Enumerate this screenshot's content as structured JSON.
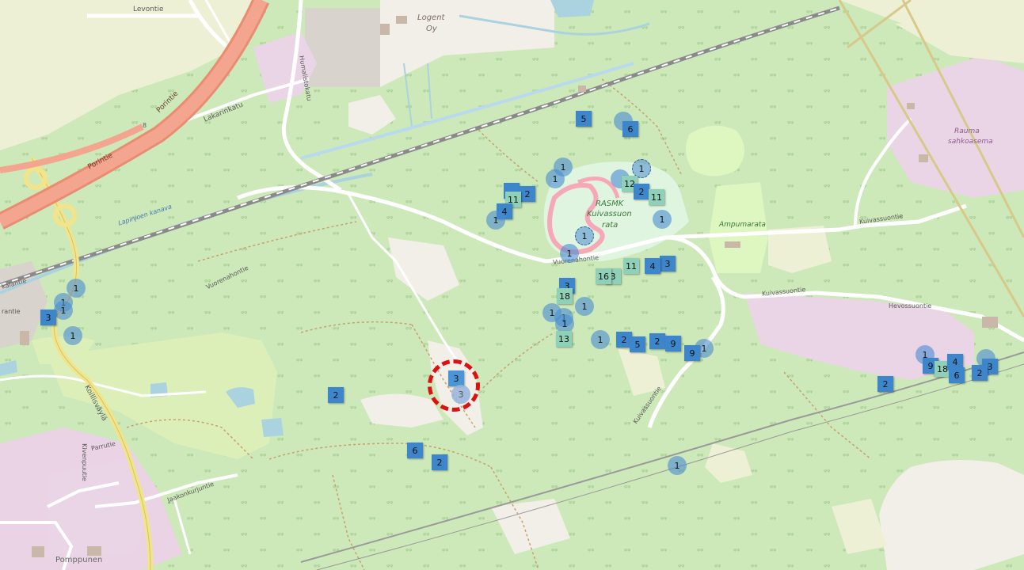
{
  "labels": {
    "levontie": "Levontie",
    "porintie_a": "Porintie",
    "porintie_b": "Porintie",
    "route_num": "8",
    "lakarinkatu": "Lakarinkatu",
    "humalistokatu": "Humalistokatu",
    "logent": "Logent",
    "oy": "Oy",
    "lapinjoen_kanava": "Lapinjoen kanava",
    "vuorenahontie_w": "Vuorenahontie",
    "vuorenahontie_e": "Vuorenahontie",
    "kuivassuontie_n": "Kuivassuontie",
    "kuivassuontie_e": "Kuivassuontie",
    "kuivassuontie_s": "Kuivassuontie",
    "hevossuontie": "Hevossuontie",
    "ampumarata": "Ampumarata",
    "rasmk_1": "RASMK",
    "rasmk_2": "Kuivassuon",
    "rasmk_3": "rata",
    "rauma_1": "Rauma",
    "rauma_2": "sahkoasema",
    "koillisvayla": "Koillisväylä",
    "parrutie": "Parrutie",
    "kivenpuutie": "Kivenpuutie",
    "jaakonkurjuntie": "Jaakonkurjuntie",
    "pomppunen": "Pomppunen",
    "rantie": "rantie",
    "kalantie": "kalantie"
  },
  "markers": [
    {
      "shape": "sq",
      "count": "5",
      "style": "blue"
    },
    {
      "shape": "ci",
      "count": "",
      "style": "blue"
    },
    {
      "shape": "sq",
      "count": "6",
      "style": "blue"
    },
    {
      "shape": "ci",
      "count": "1",
      "style": "blue"
    },
    {
      "shape": "ci",
      "count": "1",
      "style": "blue"
    },
    {
      "shape": "ci",
      "count": "1",
      "style": "dash"
    },
    {
      "shape": "ci",
      "count": "",
      "style": "blue"
    },
    {
      "shape": "sq",
      "count": "12",
      "style": "teal"
    },
    {
      "shape": "sq",
      "count": "2",
      "style": "blue"
    },
    {
      "shape": "sq",
      "count": "11",
      "style": "teal"
    },
    {
      "shape": "sq",
      "count": "",
      "style": "blue"
    },
    {
      "shape": "sq",
      "count": "2",
      "style": "blue"
    },
    {
      "shape": "sq",
      "count": "11",
      "style": "teal"
    },
    {
      "shape": "sq",
      "count": "4",
      "style": "blue"
    },
    {
      "shape": "ci",
      "count": "1",
      "style": "blue"
    },
    {
      "shape": "ci",
      "count": "1",
      "style": "blue"
    },
    {
      "shape": "ci",
      "count": "1",
      "style": "dash"
    },
    {
      "shape": "ci",
      "count": "1",
      "style": "blue"
    },
    {
      "shape": "sq",
      "count": "3",
      "style": "blue"
    },
    {
      "shape": "sq",
      "count": "4",
      "style": "blue"
    },
    {
      "shape": "sq",
      "count": "11",
      "style": "teal"
    },
    {
      "shape": "sq",
      "count": "3",
      "style": "teal"
    },
    {
      "shape": "sq",
      "count": "16",
      "style": "teal"
    },
    {
      "shape": "sq",
      "count": "3",
      "style": "blue"
    },
    {
      "shape": "sq",
      "count": "18",
      "style": "teal"
    },
    {
      "shape": "ci",
      "count": "1",
      "style": "blue"
    },
    {
      "shape": "ci",
      "count": "1",
      "style": "blue"
    },
    {
      "shape": "ci",
      "count": "1",
      "style": "blue"
    },
    {
      "shape": "ci",
      "count": "1",
      "style": "blue"
    },
    {
      "shape": "sq",
      "count": "13",
      "style": "teal"
    },
    {
      "shape": "ci",
      "count": "1",
      "style": "blue"
    },
    {
      "shape": "sq",
      "count": "2",
      "style": "blue"
    },
    {
      "shape": "sq",
      "count": "5",
      "style": "blue"
    },
    {
      "shape": "sq",
      "count": "2",
      "style": "blue"
    },
    {
      "shape": "sq",
      "count": "9",
      "style": "blue"
    },
    {
      "shape": "ci",
      "count": "1",
      "style": "blue"
    },
    {
      "shape": "sq",
      "count": "9",
      "style": "blue"
    },
    {
      "shape": "ci",
      "count": "1",
      "style": "blue"
    },
    {
      "shape": "ci",
      "count": "1",
      "style": "blue"
    },
    {
      "shape": "ci",
      "count": "1",
      "style": "blue"
    },
    {
      "shape": "sq",
      "count": "3",
      "style": "blue"
    },
    {
      "shape": "ci",
      "count": "1",
      "style": "blue"
    },
    {
      "shape": "sq",
      "count": "3",
      "style": "blue2"
    },
    {
      "shape": "ci",
      "count": "3",
      "style": "pale"
    },
    {
      "shape": "sq",
      "count": "2",
      "style": "blue"
    },
    {
      "shape": "sq",
      "count": "6",
      "style": "blue"
    },
    {
      "shape": "sq",
      "count": "2",
      "style": "blue"
    },
    {
      "shape": "ci",
      "count": "1",
      "style": "blue"
    },
    {
      "shape": "sq",
      "count": "2",
      "style": "blue"
    },
    {
      "shape": "ci",
      "count": "1",
      "style": "blue"
    },
    {
      "shape": "sq",
      "count": "9",
      "style": "blue"
    },
    {
      "shape": "sq",
      "count": "18",
      "style": "teal"
    },
    {
      "shape": "sq",
      "count": "4",
      "style": "blue"
    },
    {
      "shape": "ci",
      "count": "",
      "style": "blue"
    },
    {
      "shape": "sq",
      "count": "3",
      "style": "blue"
    },
    {
      "shape": "sq",
      "count": "6",
      "style": "blue"
    },
    {
      "shape": "sq",
      "count": "2",
      "style": "blue"
    }
  ],
  "colors": {
    "forest": "#cde8b9",
    "motorway": "#f28a6d",
    "railway": "#6f6f6f",
    "industrial": "#ead5e6",
    "highlight": "#dd1111",
    "marker_blue": "#3d86cc",
    "marker_teal": "#8fd0b8"
  }
}
